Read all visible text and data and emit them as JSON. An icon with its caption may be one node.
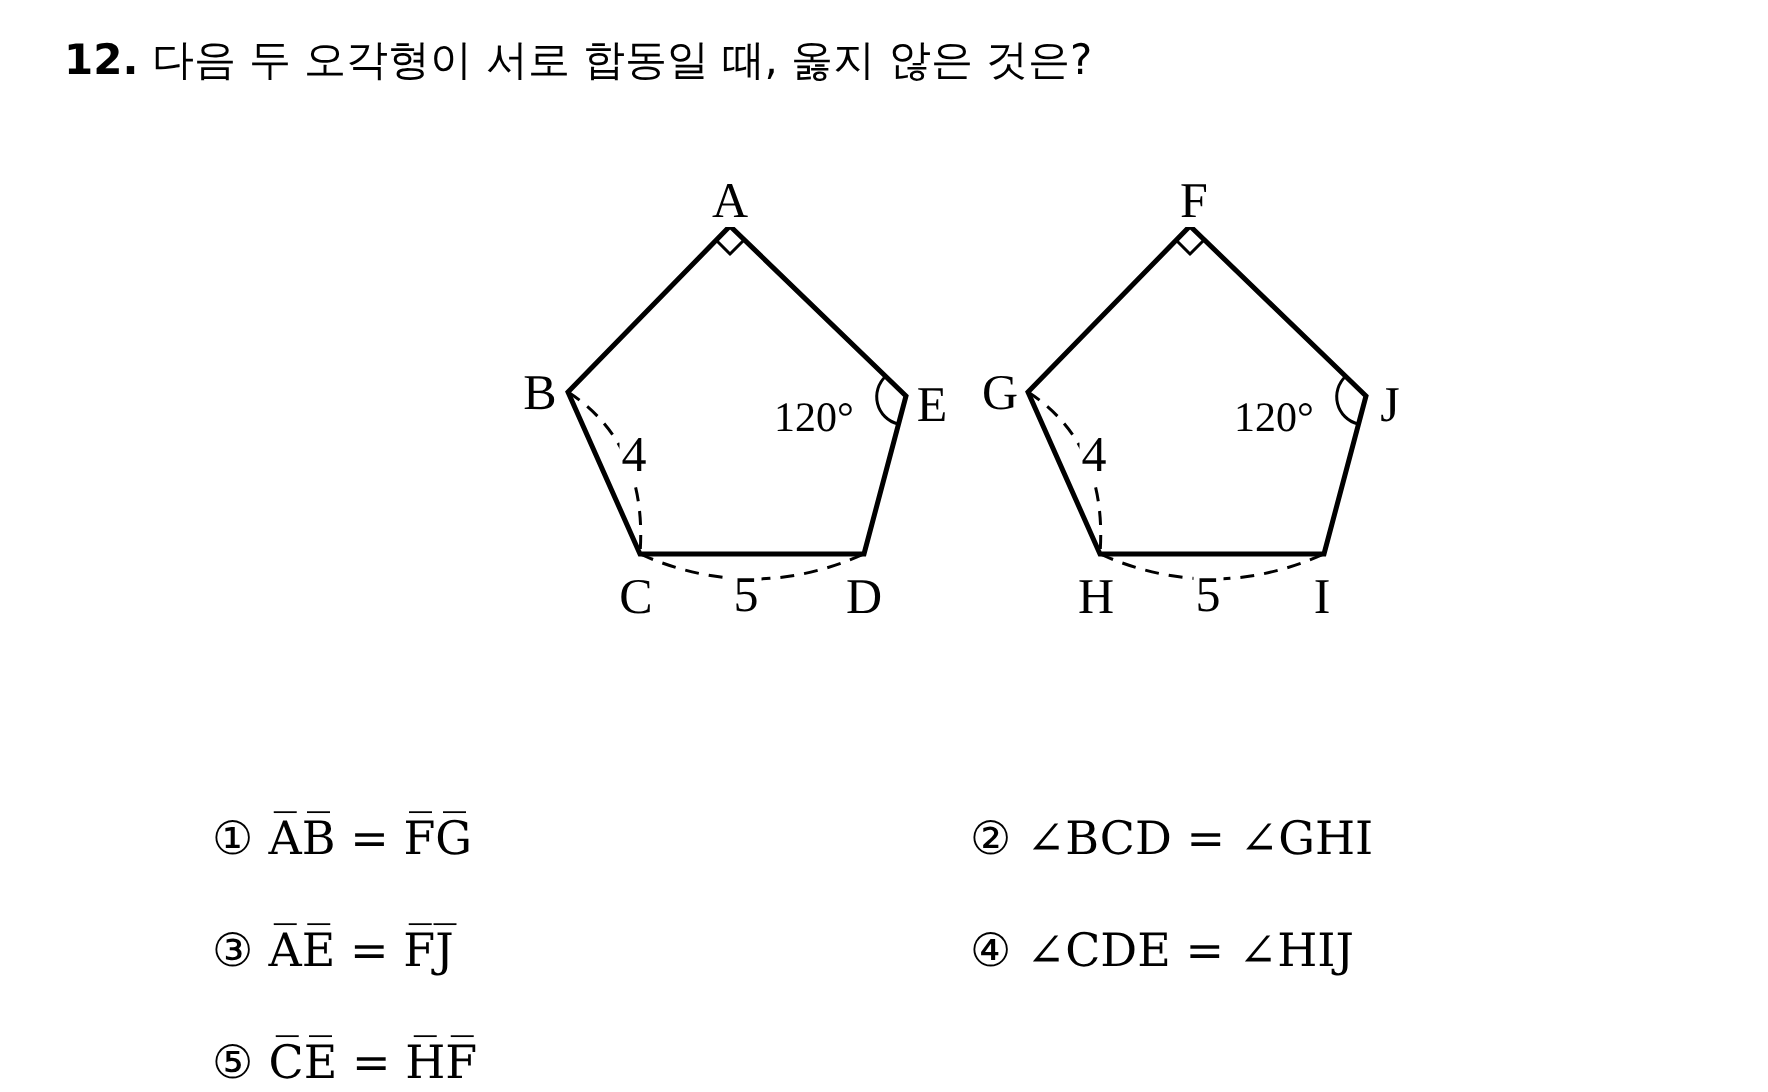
{
  "diagram": {
    "title": "**12.** 다음 두 오각형이 서로 합동일 때, 옳지 않은 것은?",
    "labels": [
      "A",
      "F",
      "B",
      "120°",
      "E",
      "G",
      "120°",
      "J",
      "4",
      "4",
      "C",
      "5",
      "D",
      "H",
      "5",
      "I",
      "① A̅B̅ = F̅G̅",
      "② ∠BCD = ∠GHI",
      "③ A̅E̅ = F̅J̅",
      "④ ∠CDE = ∠HIJ",
      "⑤ C̅E̅ = H̅F̅"
    ]
  }
}
